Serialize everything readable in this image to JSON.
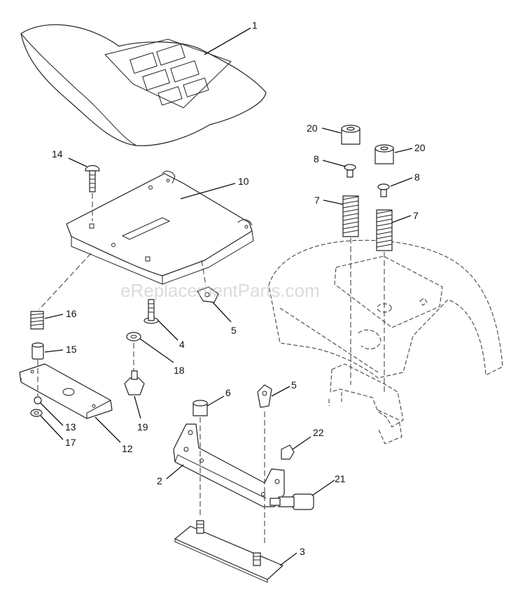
{
  "watermark": "eReplacementParts.com",
  "callouts": [
    {
      "id": "c1",
      "label": "1"
    },
    {
      "id": "c14",
      "label": "14"
    },
    {
      "id": "c10",
      "label": "10"
    },
    {
      "id": "c16",
      "label": "16"
    },
    {
      "id": "c15",
      "label": "15"
    },
    {
      "id": "c4",
      "label": "4"
    },
    {
      "id": "c5a",
      "label": "5"
    },
    {
      "id": "c18",
      "label": "18"
    },
    {
      "id": "c13",
      "label": "13"
    },
    {
      "id": "c17",
      "label": "17"
    },
    {
      "id": "c12",
      "label": "12"
    },
    {
      "id": "c19",
      "label": "19"
    },
    {
      "id": "c6",
      "label": "6"
    },
    {
      "id": "c5b",
      "label": "5"
    },
    {
      "id": "c22",
      "label": "22"
    },
    {
      "id": "c2",
      "label": "2"
    },
    {
      "id": "c21",
      "label": "21"
    },
    {
      "id": "c3",
      "label": "3"
    },
    {
      "id": "c20a",
      "label": "20"
    },
    {
      "id": "c20b",
      "label": "20"
    },
    {
      "id": "c8a",
      "label": "8"
    },
    {
      "id": "c8b",
      "label": "8"
    },
    {
      "id": "c7a",
      "label": "7"
    },
    {
      "id": "c7b",
      "label": "7"
    }
  ]
}
